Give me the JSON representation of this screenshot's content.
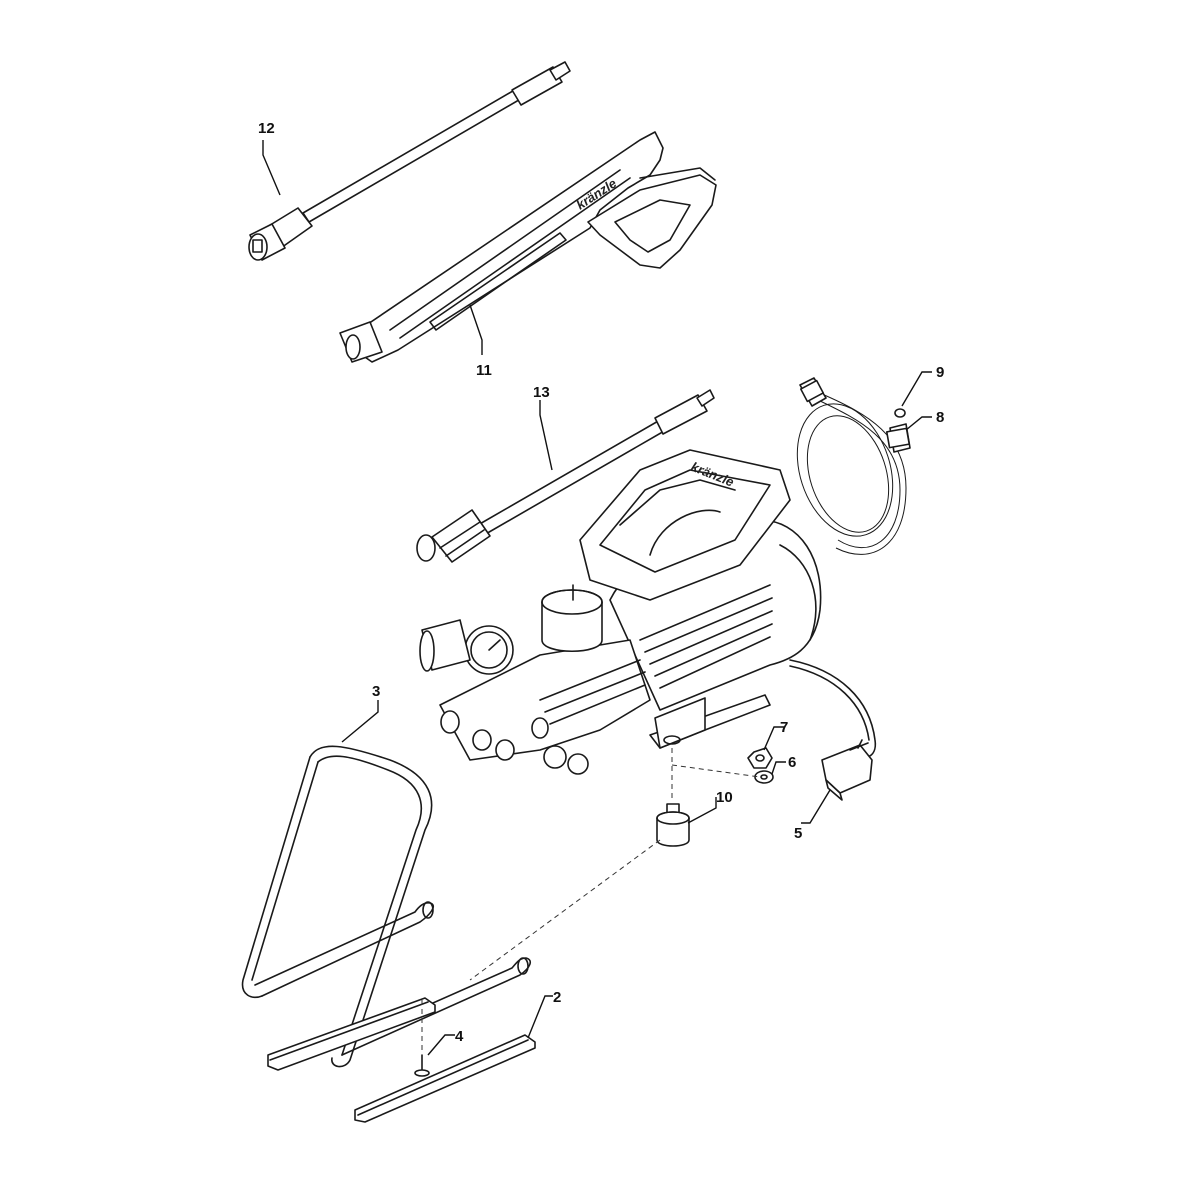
{
  "brand_mark": "kränzle",
  "callouts": [
    {
      "num": "12",
      "part": "lance-with-nozzle"
    },
    {
      "num": "11",
      "part": "trigger-gun"
    },
    {
      "num": "13",
      "part": "turbo-lance"
    },
    {
      "num": "9",
      "part": "o-ring"
    },
    {
      "num": "8",
      "part": "high-pressure-hose"
    },
    {
      "num": "3",
      "part": "frame"
    },
    {
      "num": "7",
      "part": "nut"
    },
    {
      "num": "6",
      "part": "washer"
    },
    {
      "num": "10",
      "part": "rubber-foot"
    },
    {
      "num": "5",
      "part": "power-plug"
    },
    {
      "num": "2",
      "part": "skid-rail"
    },
    {
      "num": "4",
      "part": "screw"
    }
  ]
}
